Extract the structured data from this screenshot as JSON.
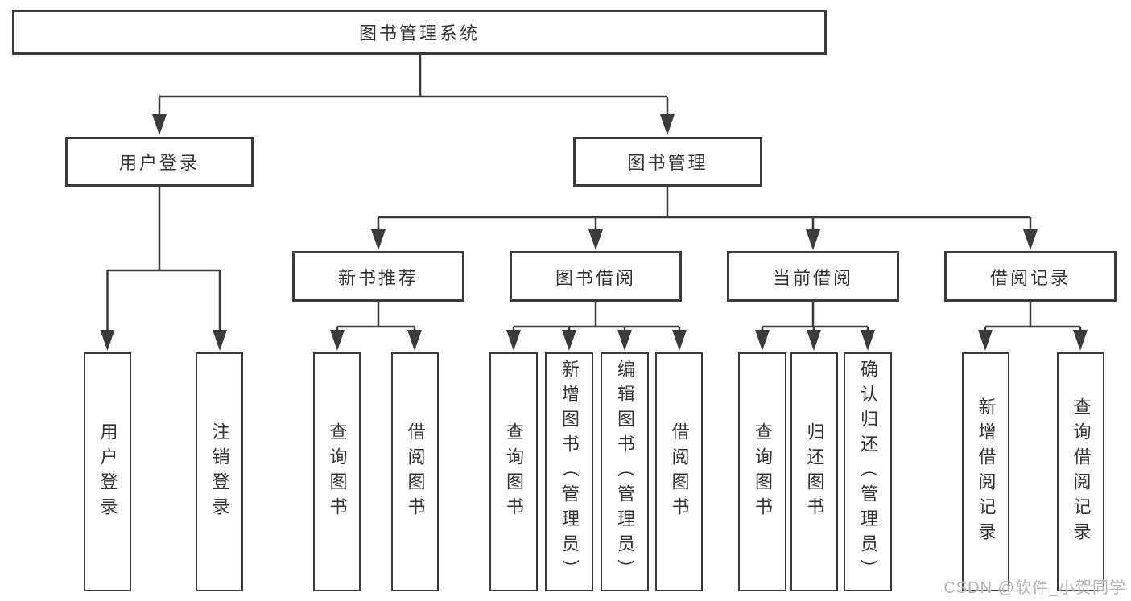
{
  "colors": {
    "line": "#3b3b3b",
    "box_border": "#3b3b3b",
    "box_fill": "#ffffff",
    "text": "#333333",
    "watermark": "#b3b3b3"
  },
  "tree": {
    "root": {
      "label": "图书管理系统"
    },
    "branches": [
      {
        "label": "用户登录",
        "children": [
          {
            "label": "用户登录"
          },
          {
            "label": "注销登录"
          }
        ]
      },
      {
        "label": "图书管理",
        "children": [
          {
            "label": "新书推荐",
            "children": [
              {
                "label": "查询图书"
              },
              {
                "label": "借阅图书"
              }
            ]
          },
          {
            "label": "图书借阅",
            "children": [
              {
                "label": "查询图书"
              },
              {
                "label": "新增图书（管理员）"
              },
              {
                "label": "编辑图书（管理员）"
              },
              {
                "label": "借阅图书"
              }
            ]
          },
          {
            "label": "当前借阅",
            "children": [
              {
                "label": "查询图书"
              },
              {
                "label": "归还图书"
              },
              {
                "label": "确认归还（管理员）"
              }
            ]
          },
          {
            "label": "借阅记录",
            "children": [
              {
                "label": "新增借阅记录"
              },
              {
                "label": "查询借阅记录"
              }
            ]
          }
        ]
      }
    ]
  },
  "watermark": {
    "text": "CSDN @软件_小贺同学"
  }
}
